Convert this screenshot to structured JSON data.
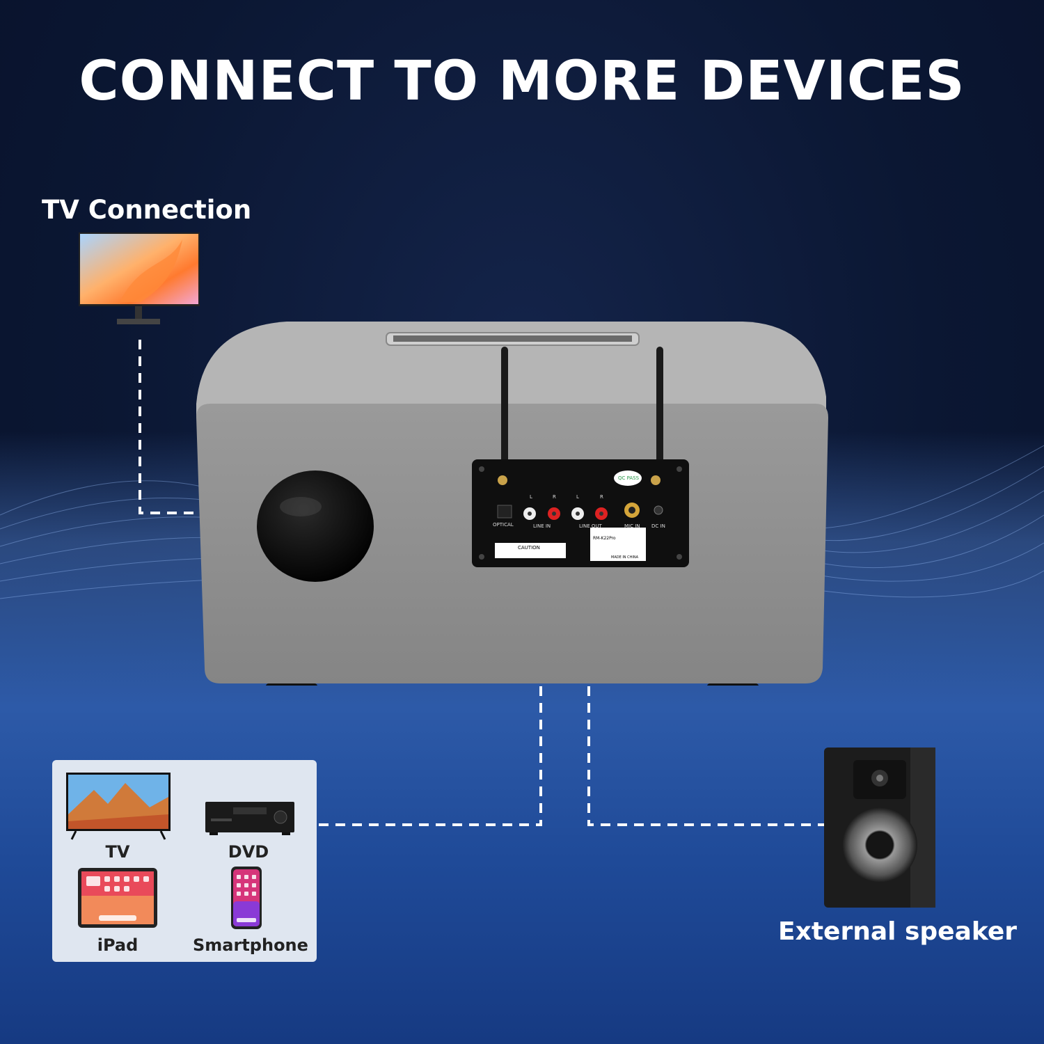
{
  "title": "CONNECT TO MORE DEVICES",
  "tv_connection_label": "TV Connection",
  "external_speaker_label": "External speaker",
  "devices": [
    {
      "label": "TV"
    },
    {
      "label": "DVD"
    },
    {
      "label": "iPad"
    },
    {
      "label": "Smartphone"
    }
  ],
  "panel": {
    "optical": "OPTICAL",
    "line_in": "LINE IN",
    "line_out": "LINE OUT",
    "mic_in": "MIC IN",
    "dc_in": "DC IN",
    "l": "L",
    "r": "R",
    "qc": "QC PASS",
    "caution": "CAUTION",
    "model": "RM-K22Pro",
    "made_in": "MADE IN CHINA"
  },
  "colors": {
    "background": "#0b1733",
    "ocean": "#2d5aa8",
    "speaker": "#8f8f8f",
    "box": "#dfe6f0",
    "text": "#ffffff"
  }
}
